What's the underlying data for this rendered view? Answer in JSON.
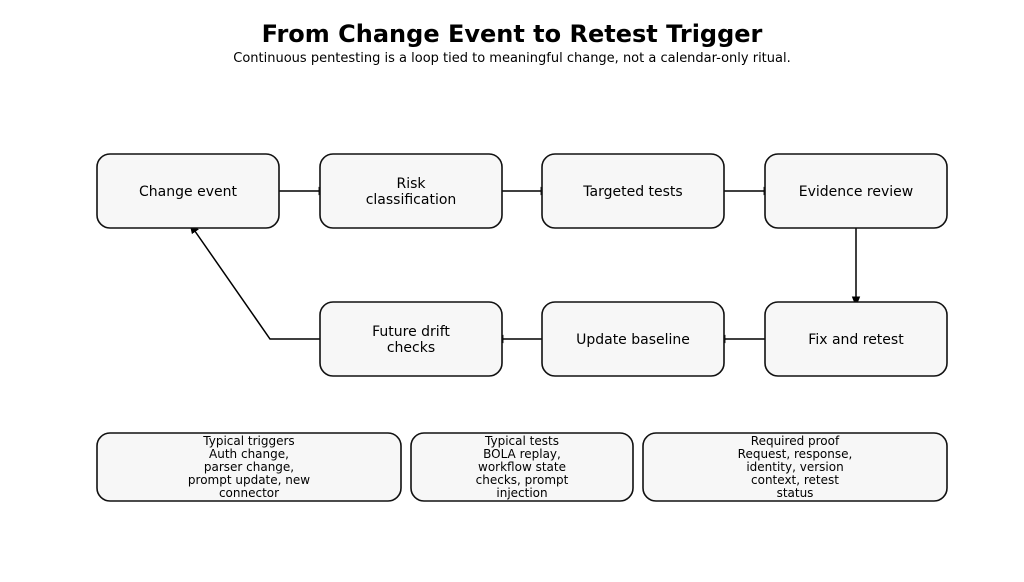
{
  "title": "From Change Event to Retest Trigger",
  "subtitle": "Continuous pentesting is a loop tied to meaningful change, not a calendar-only ritual.",
  "nodes": [
    {
      "id": "change-event",
      "lines": [
        "Change event"
      ]
    },
    {
      "id": "risk-classification",
      "lines": [
        "Risk",
        "classification"
      ]
    },
    {
      "id": "targeted-tests",
      "lines": [
        "Targeted tests"
      ]
    },
    {
      "id": "evidence-review",
      "lines": [
        "Evidence review"
      ]
    },
    {
      "id": "fix-and-retest",
      "lines": [
        "Fix and retest"
      ]
    },
    {
      "id": "update-baseline",
      "lines": [
        "Update baseline"
      ]
    },
    {
      "id": "future-drift-checks",
      "lines": [
        "Future drift",
        "checks"
      ]
    }
  ],
  "edges": [
    {
      "from": "change-event",
      "to": "risk-classification"
    },
    {
      "from": "risk-classification",
      "to": "targeted-tests"
    },
    {
      "from": "targeted-tests",
      "to": "evidence-review"
    },
    {
      "from": "evidence-review",
      "to": "fix-and-retest"
    },
    {
      "from": "fix-and-retest",
      "to": "update-baseline"
    },
    {
      "from": "update-baseline",
      "to": "future-drift-checks"
    },
    {
      "from": "future-drift-checks",
      "to": "change-event"
    }
  ],
  "notes": [
    {
      "id": "typical-triggers",
      "lines": [
        "Typical triggers",
        "Auth change,",
        "parser change,",
        "prompt update, new",
        "connector"
      ]
    },
    {
      "id": "typical-tests",
      "lines": [
        "Typical tests",
        "BOLA replay,",
        "workflow state",
        "checks, prompt",
        "injection"
      ]
    },
    {
      "id": "required-proof",
      "lines": [
        "Required proof",
        "Request, response,",
        "identity, version",
        "context, retest",
        "status"
      ]
    }
  ]
}
